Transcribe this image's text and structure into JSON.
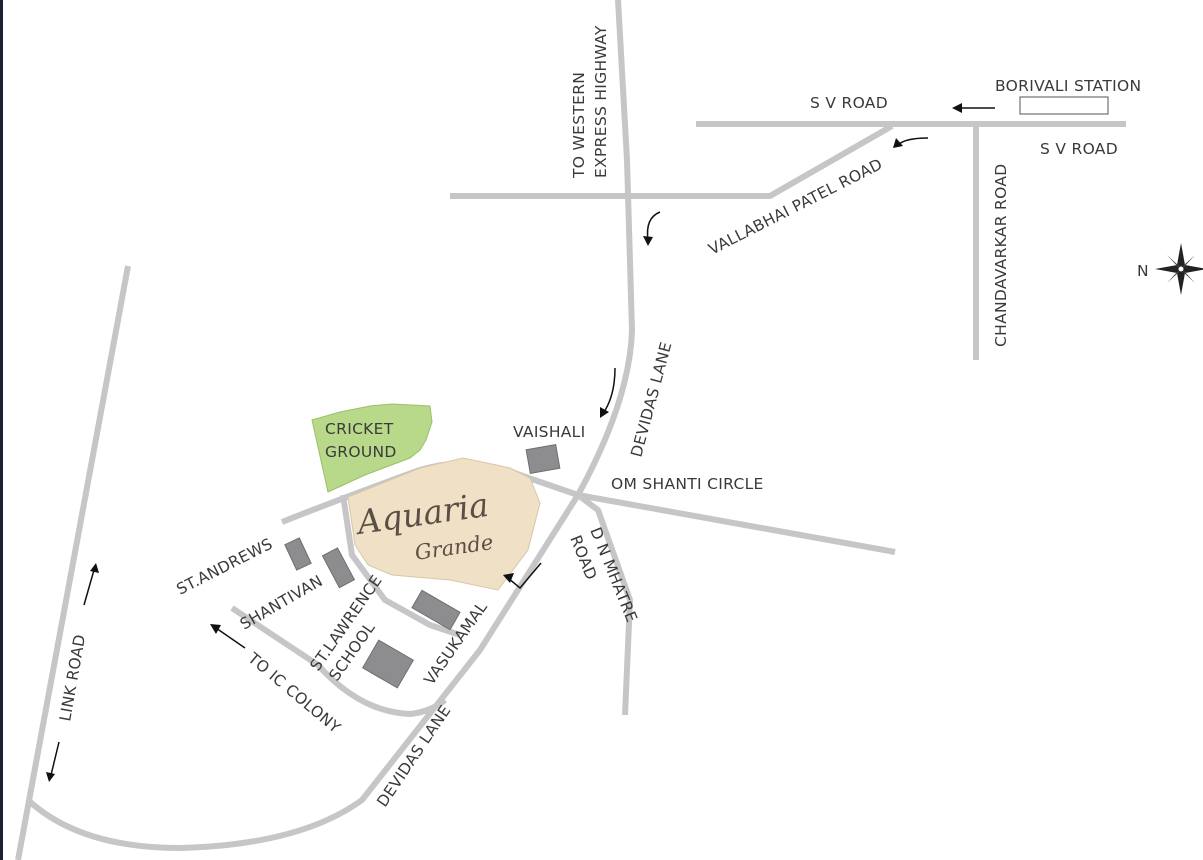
{
  "map": {
    "project": {
      "line1": "Aquaria",
      "line2": "Grande"
    },
    "labels": {
      "borivali_station": "BORIVALI STATION",
      "sv_road_top": "S V ROAD",
      "sv_road_right": "S V ROAD",
      "western_express_line1": "TO WESTERN",
      "western_express_line2": "EXPRESS HIGHWAY",
      "vallabhai_patel": "VALLABHAI PATEL ROAD",
      "chandavarkar": "CHANDAVARKAR ROAD",
      "devidas_lane_upper": "DEVIDAS LANE",
      "devidas_lane_lower": "DEVIDAS LANE",
      "vaishali": "VAISHALI",
      "om_shanti_circle": "OM SHANTI CIRCLE",
      "dn_mhatre_line1": "D N MHATRE",
      "dn_mhatre_line2": "ROAD",
      "cricket_line1": "CRICKET",
      "cricket_line2": "GROUND",
      "st_andrews": "ST.ANDREWS",
      "shantivan": "SHANTIVAN",
      "st_lawrence_line1": "ST.LAWRENCE",
      "st_lawrence_line2": "SCHOOL",
      "vasukamal": "VASUKAMAL",
      "to_ic_colony": "TO IC COLONY",
      "link_road": "LINK ROAD",
      "compass_n": "N"
    },
    "colors": {
      "road": "#c6c6c8",
      "project_fill": "#efe0c6",
      "cricket_fill": "#b9d98a",
      "building": "#8d8d90",
      "text": "#3a3a3c"
    }
  }
}
